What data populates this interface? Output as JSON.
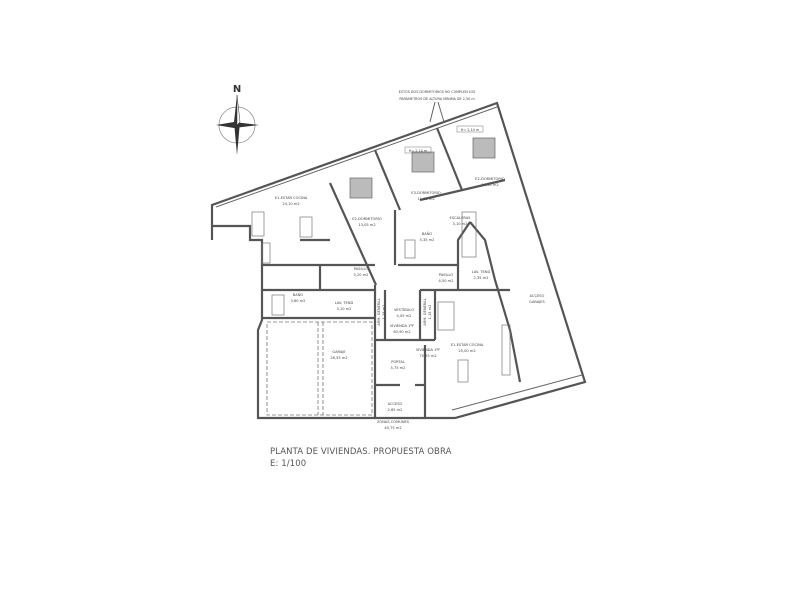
{
  "compass": {
    "north_label": "N"
  },
  "note": {
    "line1": "ESTOS DOS DORMITORIOS NO CUMPLEN LOS",
    "line2": "PARÁMETROS DE ALTURA MÍNIMA DE 2,50 m",
    "height_tag_1": "H= 2,14 m",
    "height_tag_2": "H= 2,14 m"
  },
  "rooms": [
    {
      "name": "E1-ESTAR COCINA",
      "area": "24,10 m2"
    },
    {
      "name": "E2-DORMITORIO",
      "area": "13,05 m2"
    },
    {
      "name": "E3-DORMITORIO",
      "area": "11,95 m2"
    },
    {
      "name": "E2-DORMITORIO",
      "area": "14,15 m2"
    },
    {
      "name": "ESCALERAS",
      "area": "3,10 m2"
    },
    {
      "name": "BAÑO",
      "area": "5,35 m2"
    },
    {
      "name": "PASILLO",
      "area": "5,20 m2"
    },
    {
      "name": "PASILLO",
      "area": "4,50 m2"
    },
    {
      "name": "LAV. TEND",
      "area": "2,35 m2"
    },
    {
      "name": "BAÑO",
      "area": "3,60 m2"
    },
    {
      "name": "LAV. TEND",
      "area": "3,10 m2"
    },
    {
      "name": "ARM. GENERAL",
      "area": "1,15 m2"
    },
    {
      "name": "VESTÍBULO",
      "area": "4,05 m2"
    },
    {
      "name": "VIVIENDA 1ºF",
      "area": "60,90 m2"
    },
    {
      "name": "ARM. GENERAL",
      "area": "1,15 m2"
    },
    {
      "name": "ACCESO",
      "area": "GARAJES"
    },
    {
      "name": "VIVIENDA 1ºF",
      "area": "75,25 m2"
    },
    {
      "name": "E1-ESTAR COCINA",
      "area": "25,00 m2"
    },
    {
      "name": "GARAJE",
      "area": "28,55 m2"
    },
    {
      "name": "PORTAL",
      "area": "5,75 m2"
    },
    {
      "name": "ACCESO",
      "area": "2,65 m2"
    },
    {
      "name": "ZONAS COMUNES",
      "area": "40,75 m2"
    }
  ],
  "caption": {
    "title": "PLANTA DE VIVIENDAS. PROPUESTA OBRA",
    "scale": "E: 1/100"
  }
}
